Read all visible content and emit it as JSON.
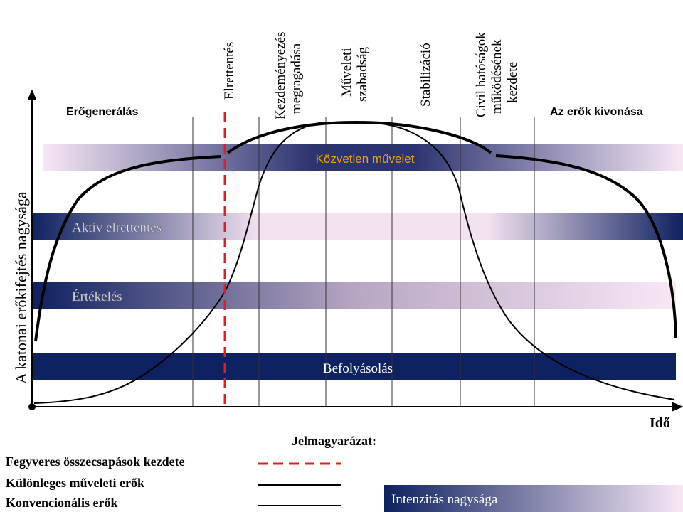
{
  "axes": {
    "y_label": "A katonai erőkifejtés nagysága",
    "x_label": "Idő"
  },
  "side_labels": {
    "left": "Erőgenerálás",
    "right": "Az erők kivonása"
  },
  "phases": [
    {
      "lines": [
        "Elrettentés"
      ]
    },
    {
      "lines": [
        "Kezdeményezés",
        "megragadása"
      ]
    },
    {
      "lines": [
        "Műveleti",
        "szabadság"
      ]
    },
    {
      "lines": [
        "Stabilizáció"
      ]
    },
    {
      "lines": [
        "Civil hatóságok",
        "működésének",
        "kezdete"
      ]
    }
  ],
  "bands": [
    {
      "label": "Közvetlen művelet",
      "style": "light-center",
      "label_color": "#f2a500"
    },
    {
      "label": "Aktív elrettentés",
      "style": "dark-left"
    },
    {
      "label": "Értékelés",
      "style": "dark-left"
    },
    {
      "label": "Befolyásolás",
      "style": "solid-dark"
    }
  ],
  "legend": {
    "title": "Jelmagyarázat:",
    "items": [
      {
        "label": "Fegyveres összecsapások kezdete",
        "line": "dashed-red"
      },
      {
        "label": "Különleges műveleti erők",
        "line": "thick-black"
      },
      {
        "label": "Konvencionális erők",
        "line": "thin-black"
      }
    ],
    "gradient_label": "Intenzitás nagysága"
  },
  "colors": {
    "dark_navy": "#0e2160",
    "light_pink": "#f7e6f4",
    "dashed_red": "#e02020",
    "curve": "#000000",
    "grid": "#333333"
  }
}
